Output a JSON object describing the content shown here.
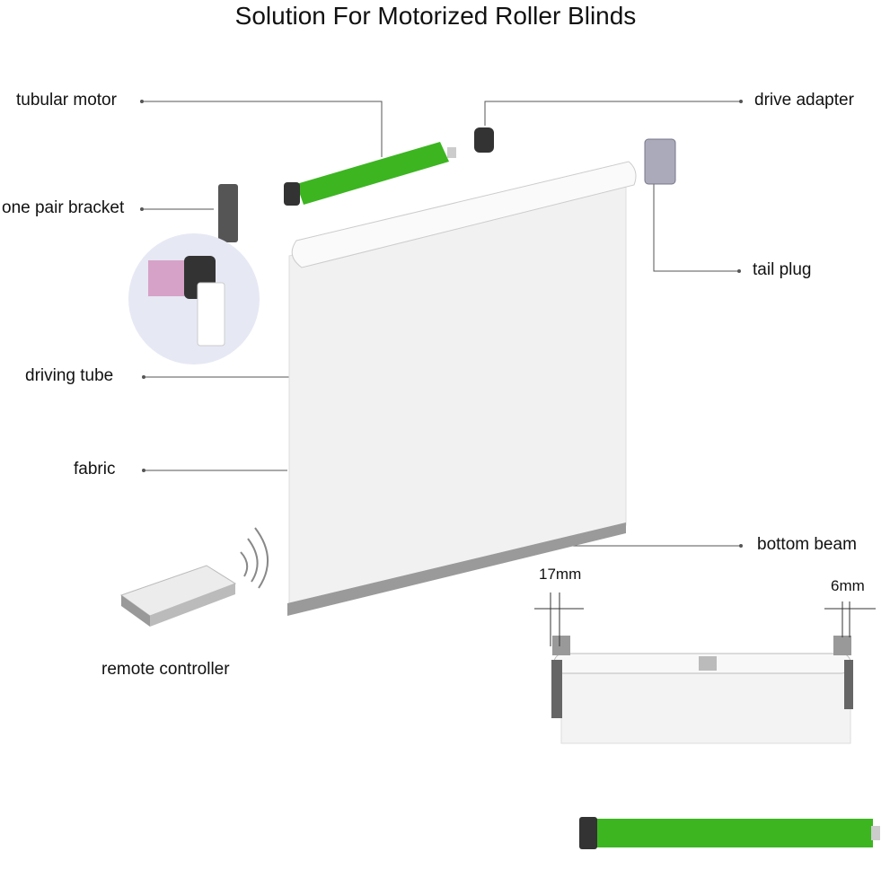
{
  "title": "Solution For Motorized Roller Blinds",
  "labels": {
    "tubular_motor": "tubular motor",
    "drive_adapter": "drive adapter",
    "one_pair_bracket": "one pair bracket",
    "tail_plug": "tail plug",
    "driving_tube": "driving tube",
    "fabric": "fabric",
    "bottom_beam": "bottom beam",
    "remote_controller": "remote controller"
  },
  "dimensions": {
    "left": "17mm",
    "right": "6mm"
  },
  "colors": {
    "motor_green": "#3cb521",
    "fabric": "#f0f0f0",
    "beam": "#9a9a9a",
    "line": "#555555"
  }
}
